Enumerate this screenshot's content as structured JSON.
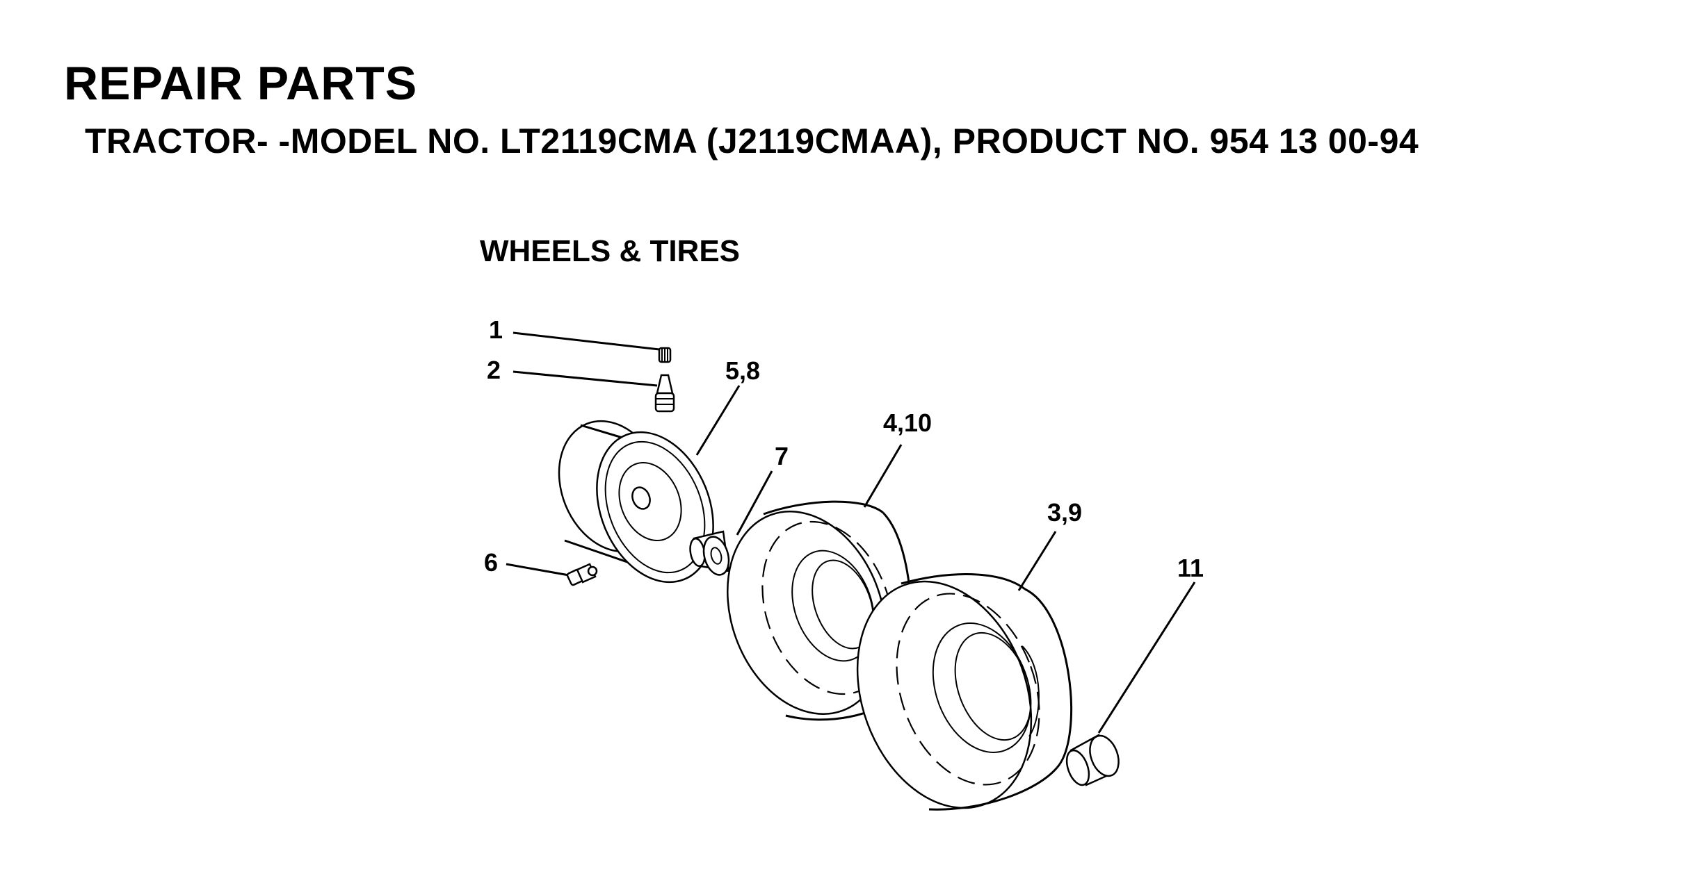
{
  "header": {
    "title": "REPAIR PARTS",
    "subtitle": "TRACTOR- -MODEL NO. LT2119CMA (J2119CMAA), PRODUCT NO. 954 13 00-94"
  },
  "section": {
    "title": "WHEELS & TIRES"
  },
  "callouts": [
    {
      "id": "1",
      "label": "1",
      "part": "valve-cap"
    },
    {
      "id": "2",
      "label": "2",
      "part": "valve-stem"
    },
    {
      "id": "5-8",
      "label": "5,8",
      "part": "wheel-rim"
    },
    {
      "id": "7",
      "label": "7",
      "part": "bushing"
    },
    {
      "id": "4-10",
      "label": "4,10",
      "part": "front-tire"
    },
    {
      "id": "3-9",
      "label": "3,9",
      "part": "rear-tire"
    },
    {
      "id": "6",
      "label": "6",
      "part": "grease-fitting"
    },
    {
      "id": "11",
      "label": "11",
      "part": "hub-cap"
    }
  ]
}
